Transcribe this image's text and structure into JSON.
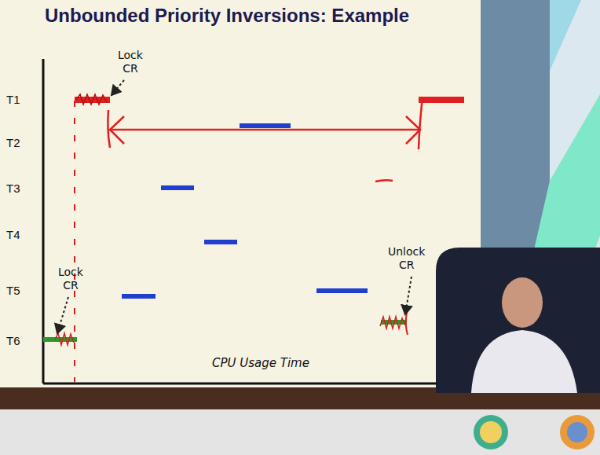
{
  "diagram": {
    "title": "Unbounded Priority Inversions: Example",
    "labels": [
      "Lock CR",
      "T1",
      "T2",
      "T3",
      "T4",
      "Unlock CR",
      "Lock CR",
      "T5",
      "T6",
      "CPU Usage Time"
    ]
  }
}
